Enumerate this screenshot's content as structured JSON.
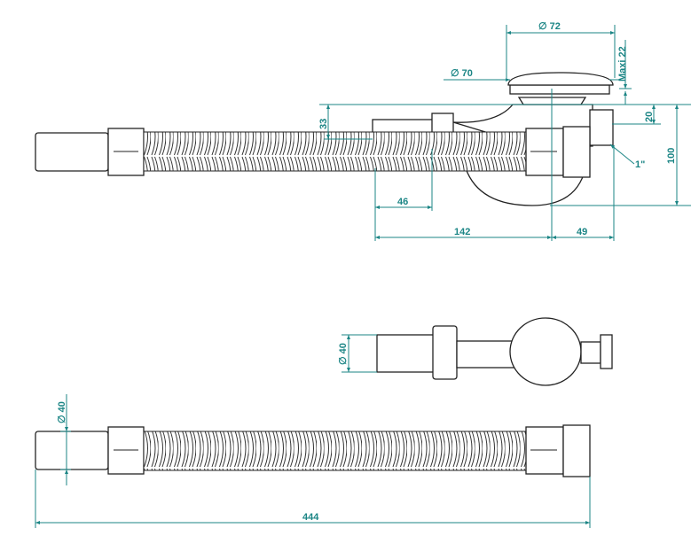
{
  "colors": {
    "dimension": "#1b8585",
    "outline": "#222222"
  },
  "top_view": {
    "cap_diameter": "∅ 72",
    "seat_diameter": "∅ 70",
    "cap_height": "Maxi 22",
    "outlet_offset": "20",
    "trap_height": "100",
    "thread_size": "1\"",
    "branch_height": "33",
    "branch_length": "46",
    "branch_to_axis": "142",
    "axis_to_outlet": "49"
  },
  "middle_view": {
    "pipe_diameter": "∅ 40"
  },
  "bottom_view": {
    "pipe_diameter": "∅ 40",
    "total_length": "444"
  }
}
